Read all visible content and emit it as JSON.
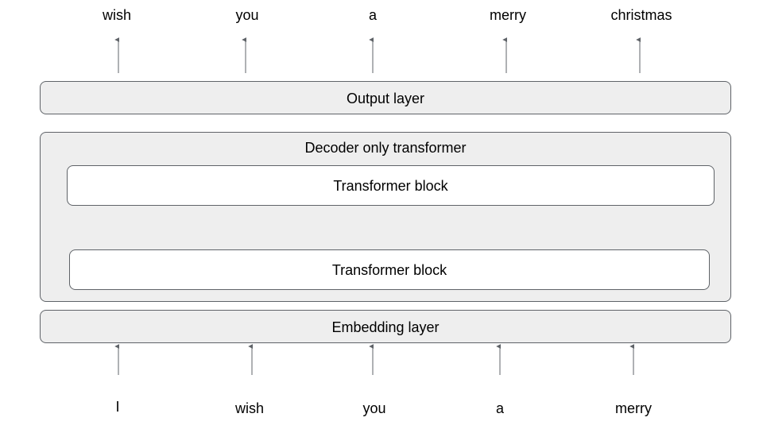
{
  "output_tokens": [
    "wish",
    "you",
    "a",
    "merry",
    "christmas"
  ],
  "input_tokens": [
    "I",
    "wish",
    "you",
    "a",
    "merry"
  ],
  "layers": {
    "output_layer": "Output layer",
    "decoder": "Decoder only transformer",
    "transformer_block_top": "Transformer block",
    "transformer_block_bottom": "Transformer block",
    "embedding_layer": "Embedding layer"
  },
  "colors": {
    "layer_fill": "#eeeeee",
    "block_fill": "#ffffff",
    "stroke": "#5f6368",
    "arrow": "#5f6368"
  }
}
